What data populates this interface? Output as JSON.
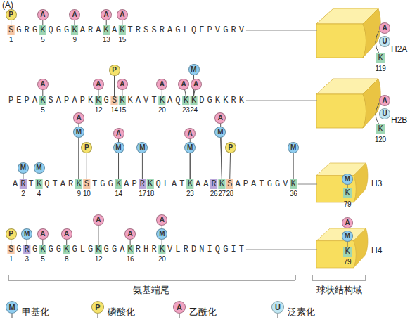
{
  "diagram": {
    "nodes": [
      {
        "text": [
          "P"
        ]
      },
      {
        "text": [
          "A"
        ]
      },
      {
        "text": [
          "A"
        ]
      },
      {
        "text": [
          "A"
        ]
      },
      {
        "text": [
          "A"
        ]
      },
      {
        "text": [
          "A"
        ]
      },
      {
        "text": [
          "U"
        ]
      },
      {
        "text": [
          "A"
        ]
      },
      {
        "text": [
          "A"
        ]
      },
      {
        "text": [
          "P"
        ]
      },
      {
        "text": [
          "A"
        ]
      },
      {
        "text": [
          "A"
        ]
      },
      {
        "text": [
          "A"
        ]
      },
      {
        "text": [
          "M"
        ]
      },
      {
        "text": [
          "A"
        ]
      },
      {
        "text": [
          "A"
        ]
      },
      {
        "text": [
          "U"
        ]
      },
      {
        "text": [
          "M"
        ]
      },
      {
        "text": [
          "M"
        ]
      },
      {
        "text": [
          "A"
        ]
      },
      {
        "text": [
          "M"
        ]
      },
      {
        "text": [
          "P"
        ]
      },
      {
        "text": [
          "A"
        ]
      },
      {
        "text": [
          "M"
        ]
      },
      {
        "text": [
          "M"
        ]
      },
      {
        "text": [
          "A"
        ]
      },
      {
        "text": [
          "M"
        ]
      },
      {
        "text": [
          "A"
        ]
      },
      {
        "text": [
          "M"
        ]
      },
      {
        "text": [
          "P"
        ]
      },
      {
        "text": [
          "M"
        ]
      },
      {
        "text": [
          "M"
        ]
      },
      {
        "text": [
          "P"
        ]
      },
      {
        "text": [
          "M"
        ]
      },
      {
        "text": [
          "A"
        ]
      },
      {
        "text": [
          "A"
        ]
      },
      {
        "text": [
          "A"
        ]
      },
      {
        "text": [
          "A"
        ]
      },
      {
        "text": [
          "A"
        ]
      },
      {
        "text": [
          "M"
        ]
      },
      {
        "text": [
          "A"
        ]
      },
      {
        "text": [
          "M"
        ]
      }
    ],
    "labels": [
      "(A)",
      "SGRGKQGGKARAKAKTRSSRAGLQFPVGRV",
      "1",
      "5",
      "9",
      "13",
      "15",
      "K",
      "119",
      "H2A",
      "PEPAKSAPAPKKGSKKAVTKAQKKDGKKRK",
      "5",
      "12",
      "14",
      "15",
      "20",
      "23",
      "24",
      "K",
      "120",
      "H2B",
      "ARTKQTARKSTGGKAPRKQLATKAARKSAPATGGVK",
      "2",
      "4",
      "9",
      "10",
      "14",
      "17",
      "18",
      "23",
      "26",
      "27",
      "28",
      "36",
      "K",
      "79",
      "H3",
      "SGRGKGGKGLGKGGAKRHRKVLRDNIQGIT",
      "1",
      "3",
      "5",
      "8",
      "12",
      "16",
      "20",
      "K",
      "79",
      "H4",
      "氨基端尾",
      "球状结构域",
      "M",
      "P",
      "A",
      "U"
    ],
    "legend": [
      {
        "text": "甲基化",
        "color": "#8fcdf0"
      },
      {
        "text": "磷酸化",
        "color": "#f5e26b"
      },
      {
        "text": "乙酰化",
        "color": "#f1a3c2"
      },
      {
        "text": "泛素化",
        "color": "#bfe6f2"
      }
    ]
  }
}
